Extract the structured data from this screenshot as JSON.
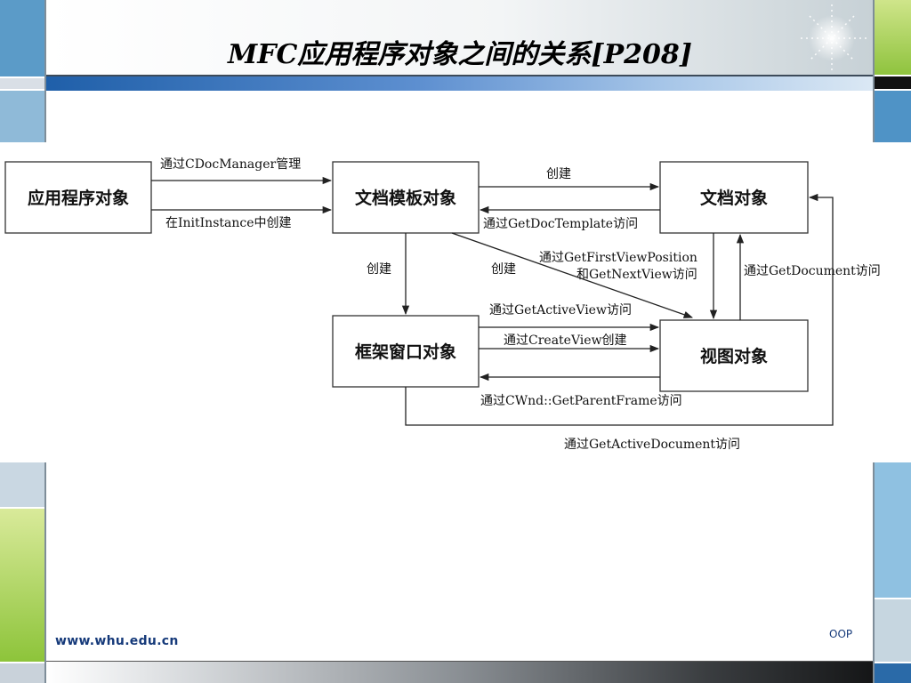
{
  "slide": {
    "title": "MFC应用程序对象之间的关系[P208]",
    "footer_url": "www.whu.edu.cn",
    "footer_tag": "OOP"
  },
  "diagram": {
    "nodes": {
      "app": "应用程序对象",
      "doctemplate": "文档模板对象",
      "document": "文档对象",
      "frame": "框架窗口对象",
      "view": "视图对象"
    },
    "edges": {
      "app_to_template_manage": "通过CDocManager管理",
      "app_to_template_create": "在InitInstance中创建",
      "template_to_document_create": "创建",
      "document_to_template_access": "通过GetDocTemplate访问",
      "template_to_frame_create": "创建",
      "template_to_view_create": "创建",
      "frame_to_view_getfirst": "通过GetFirstViewPosition",
      "frame_to_view_getnext": "和GetNextView访问",
      "view_to_document_access": "通过GetDocument访问",
      "frame_to_view_activeview": "通过GetActiveView访问",
      "frame_to_view_createview": "通过CreateView创建",
      "view_to_frame_parent": "通过CWnd::GetParentFrame访问",
      "frame_to_document_active": "通过GetActiveDocument访问"
    }
  }
}
